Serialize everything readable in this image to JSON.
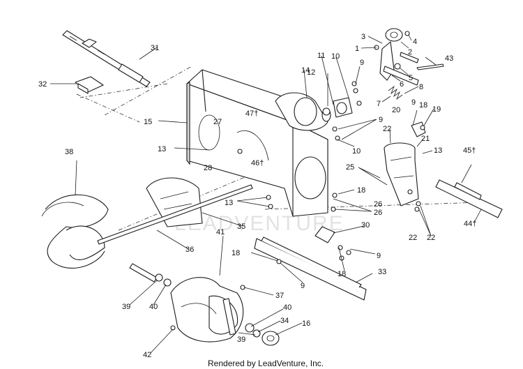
{
  "watermark": "LEADVENTURE",
  "credit": "Rendered by LeadVenture, Inc.",
  "labels": [
    "1",
    "2",
    "3",
    "4",
    "5",
    "6",
    "7",
    "8",
    "9",
    "9",
    "9",
    "9",
    "9",
    "10",
    "10",
    "11",
    "12",
    "13",
    "13",
    "13",
    "14",
    "15",
    "16",
    "18",
    "18",
    "18",
    "18",
    "19",
    "20",
    "21",
    "22",
    "22",
    "22",
    "25",
    "26",
    "26",
    "27",
    "28",
    "30",
    "31",
    "32",
    "33",
    "34",
    "35",
    "36",
    "37",
    "38",
    "39",
    "39",
    "40",
    "40",
    "41",
    "42",
    "43",
    "44†",
    "45†",
    "46†",
    "47†"
  ]
}
